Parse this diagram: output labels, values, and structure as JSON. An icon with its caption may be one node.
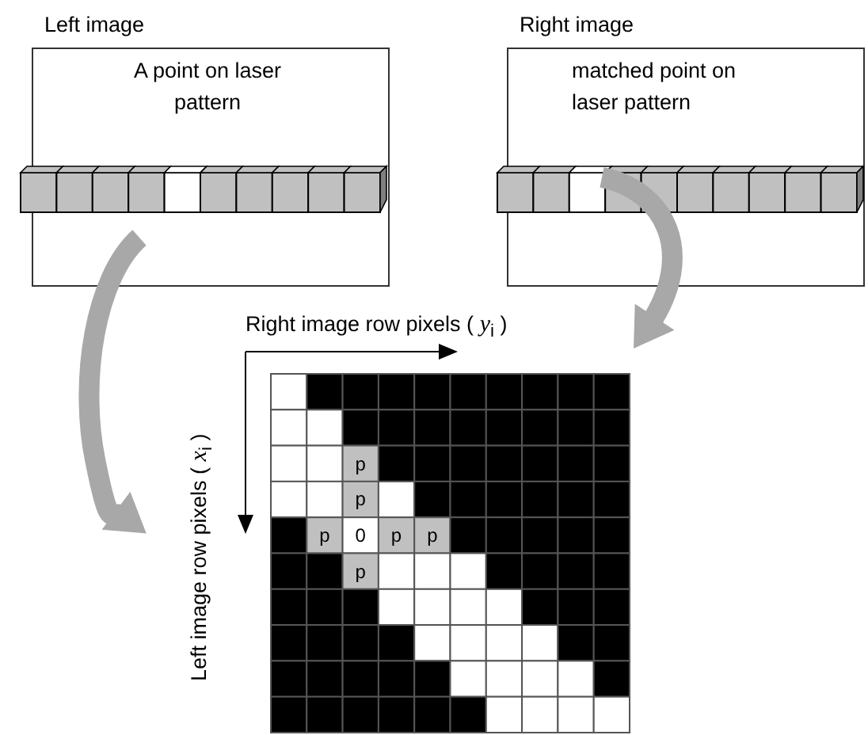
{
  "diagram": {
    "nodes": [
      {
        "text": [
          "Left image",
          "A point on laser pattern"
        ]
      },
      {
        "text": [
          "Right image",
          "matched point on laser pattern"
        ]
      },
      {
        "text": [],
        "shape": "grid"
      }
    ],
    "edges": [
      {
        "from": 0,
        "to": 2,
        "arrow": "to"
      },
      {
        "from": 1,
        "to": 2,
        "arrow": "to"
      }
    ],
    "labels": [
      "Right image row pixels ( *y*$_{i}$ )",
      "Left image row pixels ( *x*$_{i}$ )",
      "p",
      "p",
      "p",
      "0",
      "p",
      "p",
      "p"
    ]
  }
}
